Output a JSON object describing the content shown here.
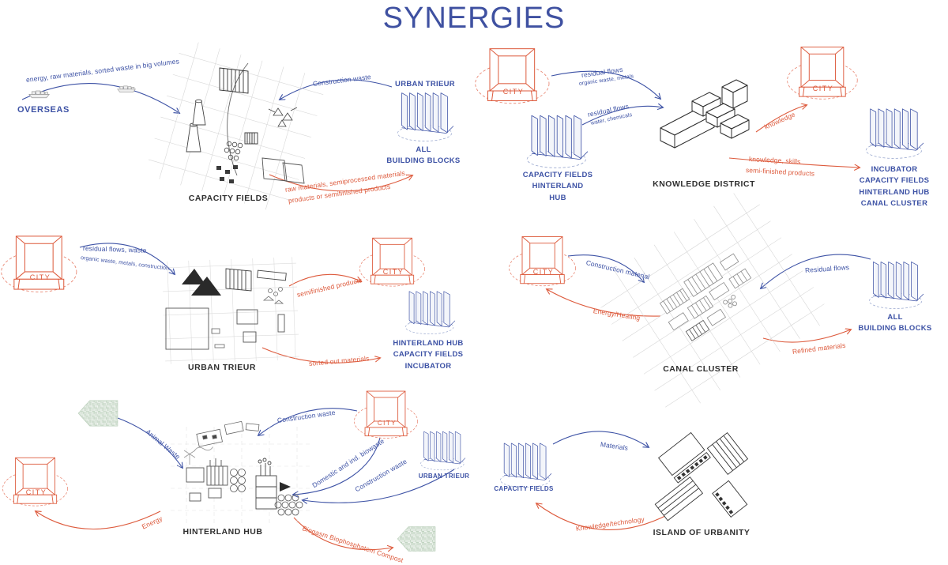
{
  "title": "SYNERGIES",
  "city_label": "CITY",
  "colors": {
    "blue": "#3d52a5",
    "red": "#dd5a3c",
    "ink": "#2f2f2f",
    "green": "#9cba9c"
  },
  "panels": {
    "capacity_fields": {
      "name": "CAPACITY FIELDS",
      "overseas": "OVERSEAS",
      "flow_from_overseas": "energy, raw materials, sorted waste in big volumes",
      "flow_construction_waste": "Construction waste",
      "flow_out_line1": "raw materials, semiprocessed materials,",
      "flow_out_line2": "products or semifinished products",
      "partner_top": "URBAN TRIEUR",
      "partner_line1": "ALL",
      "partner_line2": "BUILDING BLOCKS"
    },
    "knowledge_district": {
      "name": "KNOWLEDGE DISTRICT",
      "flow_city_line1": "residual flows",
      "flow_city_line2": "organic waste, metals",
      "flow_fields_line1": "residual flows",
      "flow_fields_line2": "water, chemicals",
      "source_line1": "CAPACITY FIELDS",
      "source_line2": "HINTERLAND",
      "source_line3": "HUB",
      "flow_knowledge": "knowledge",
      "flow_skills_line1": "knowledge, skills",
      "flow_skills_line2": "semi-finished products",
      "dest_line1": "INCUBATOR",
      "dest_line2": "CAPACITY FIELDS",
      "dest_line3": "HINTERLAND HUB",
      "dest_line4": "CANAL CLUSTER"
    },
    "urban_trieur": {
      "name": "URBAN TRIEUR",
      "flow_in_line1": "residual flows, waste",
      "flow_in_line2": "organic waste, metals, construction...",
      "flow_semifinished": "semifinished products",
      "flow_sorted": "sorted out materials",
      "dest_line1": "HINTERLAND HUB",
      "dest_line2": "CAPACITY FIELDS",
      "dest_line3": "INCUBATOR"
    },
    "canal_cluster": {
      "name": "CANAL CLUSTER",
      "flow_construction": "Construction material",
      "flow_energy": "Energy/Heating",
      "flow_residual": "Residual flows",
      "flow_refined": "Refined materials",
      "partner_line1": "ALL",
      "partner_line2": "BUILDING BLOCKS"
    },
    "hinterland_hub": {
      "name": "HINTERLAND HUB",
      "flow_animal": "Animal Waste",
      "flow_construction_city": "Construction waste",
      "flow_biowaste": "Domestic and ind. biowaste",
      "flow_construction_trieur": "Construction waste",
      "flow_energy": "Energy",
      "flow_biogas": "Biogasm Biophosphatem Compost",
      "partner_trieur": "URBAN TRIEUR"
    },
    "island_of_urbanity": {
      "name": "ISLAND OF URBANITY",
      "source": "CAPACITY FIELDS",
      "flow_materials": "Materials",
      "flow_knowledge": "Knowledge/technology"
    }
  }
}
